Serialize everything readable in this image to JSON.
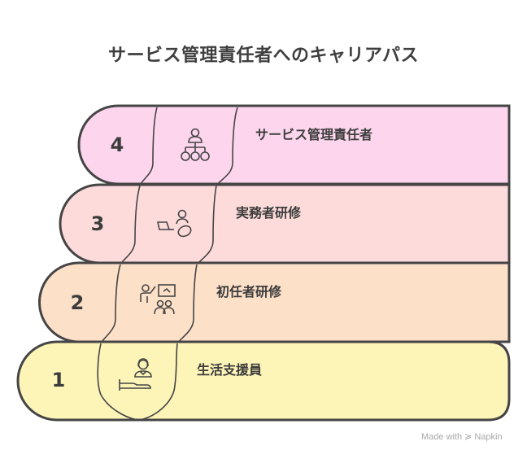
{
  "title": "サービス管理責任者へのキャリアパス",
  "steps": [
    {
      "number": "1",
      "label": "生活支援員",
      "icon": "caregiver-bed-icon",
      "color": "#fdf4b8"
    },
    {
      "number": "2",
      "label": "初任者研修",
      "icon": "presenter-audience-icon",
      "color": "#fde0c8"
    },
    {
      "number": "3",
      "label": "実務者研修",
      "icon": "laptop-user-icon",
      "color": "#fddbdb"
    },
    {
      "number": "4",
      "label": "サービス管理責任者",
      "icon": "org-hierarchy-icon",
      "color": "#fdd6ee"
    }
  ],
  "colors": {
    "outline": "#454545",
    "text": "#3c3c3c"
  },
  "footer": {
    "made_with": "Made with",
    "brand": "Napkin"
  }
}
